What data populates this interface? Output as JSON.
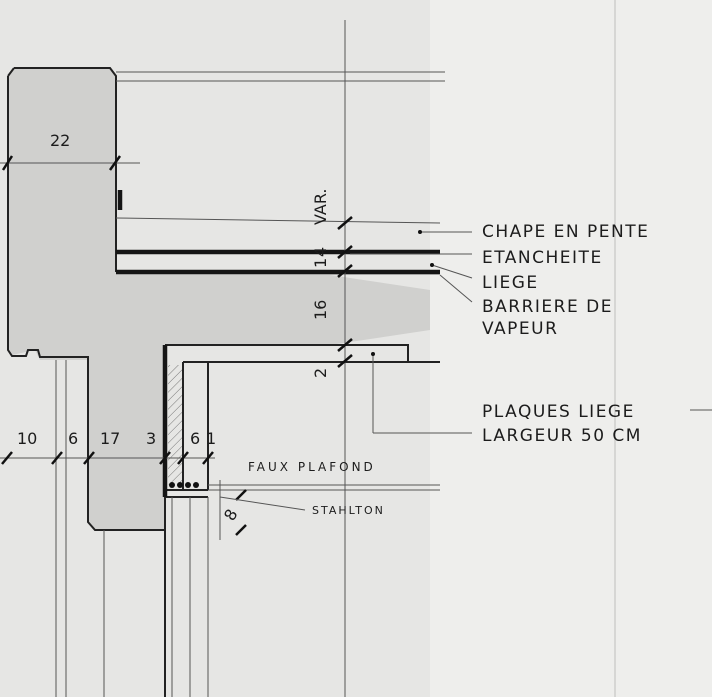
{
  "labels": {
    "chape": "CHAPE EN PENTE",
    "etancheite": "ETANCHEITE",
    "liege": "LIEGE",
    "barriere_1": "BARRIERE DE",
    "barriere_2": "VAPEUR",
    "plaques_1": "PLAQUES LIEGE",
    "plaques_2": "LARGEUR 50 CM",
    "faux_plafond": "FAUX PLAFOND",
    "stahlton": "STAHLTON"
  },
  "dimensions": {
    "top_width": "22",
    "var": "VAR.",
    "v4": "4",
    "v1": "1",
    "v16": "16",
    "v2": "2",
    "h10": "10",
    "h6a": "6",
    "h17": "17",
    "h3": "3",
    "h6b": "6",
    "h1": "1",
    "v8": "8"
  },
  "colors": {
    "paper": "#eeeeec",
    "wall": "#d2d2d0",
    "ink": "#1a1a1a"
  }
}
